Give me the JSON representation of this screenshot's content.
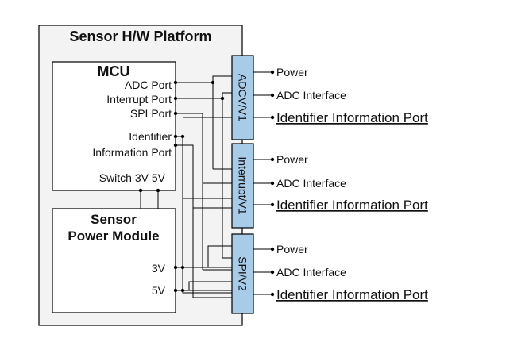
{
  "platform": {
    "title": "Sensor H/W Platform"
  },
  "mcu": {
    "title": "MCU",
    "ports": [
      "ADC Port",
      "Interrupt Port",
      "SPI Port",
      "Identifier",
      "Information Port"
    ],
    "switch_label": "Switch 3V 5V"
  },
  "power_module": {
    "title_line1": "Sensor",
    "title_line2": "Power Module",
    "v3": "3V",
    "v5": "5V"
  },
  "connectors": [
    {
      "label": "ADCV/V1",
      "power": "Power",
      "adc": "ADC Interface",
      "ident": "Identifier Information Port"
    },
    {
      "label": "Interrupt/V1",
      "power": "Power",
      "adc": "ADC Interface",
      "ident": "Identifier Information Port"
    },
    {
      "label": "SPI/V2",
      "power": "Power",
      "adc": "ADC Interface",
      "ident": "Identifier Information Port"
    }
  ],
  "colors": {
    "connector_fill": "#a8cbe8",
    "platform_fill": "#f3f3f3",
    "line": "#000000"
  }
}
